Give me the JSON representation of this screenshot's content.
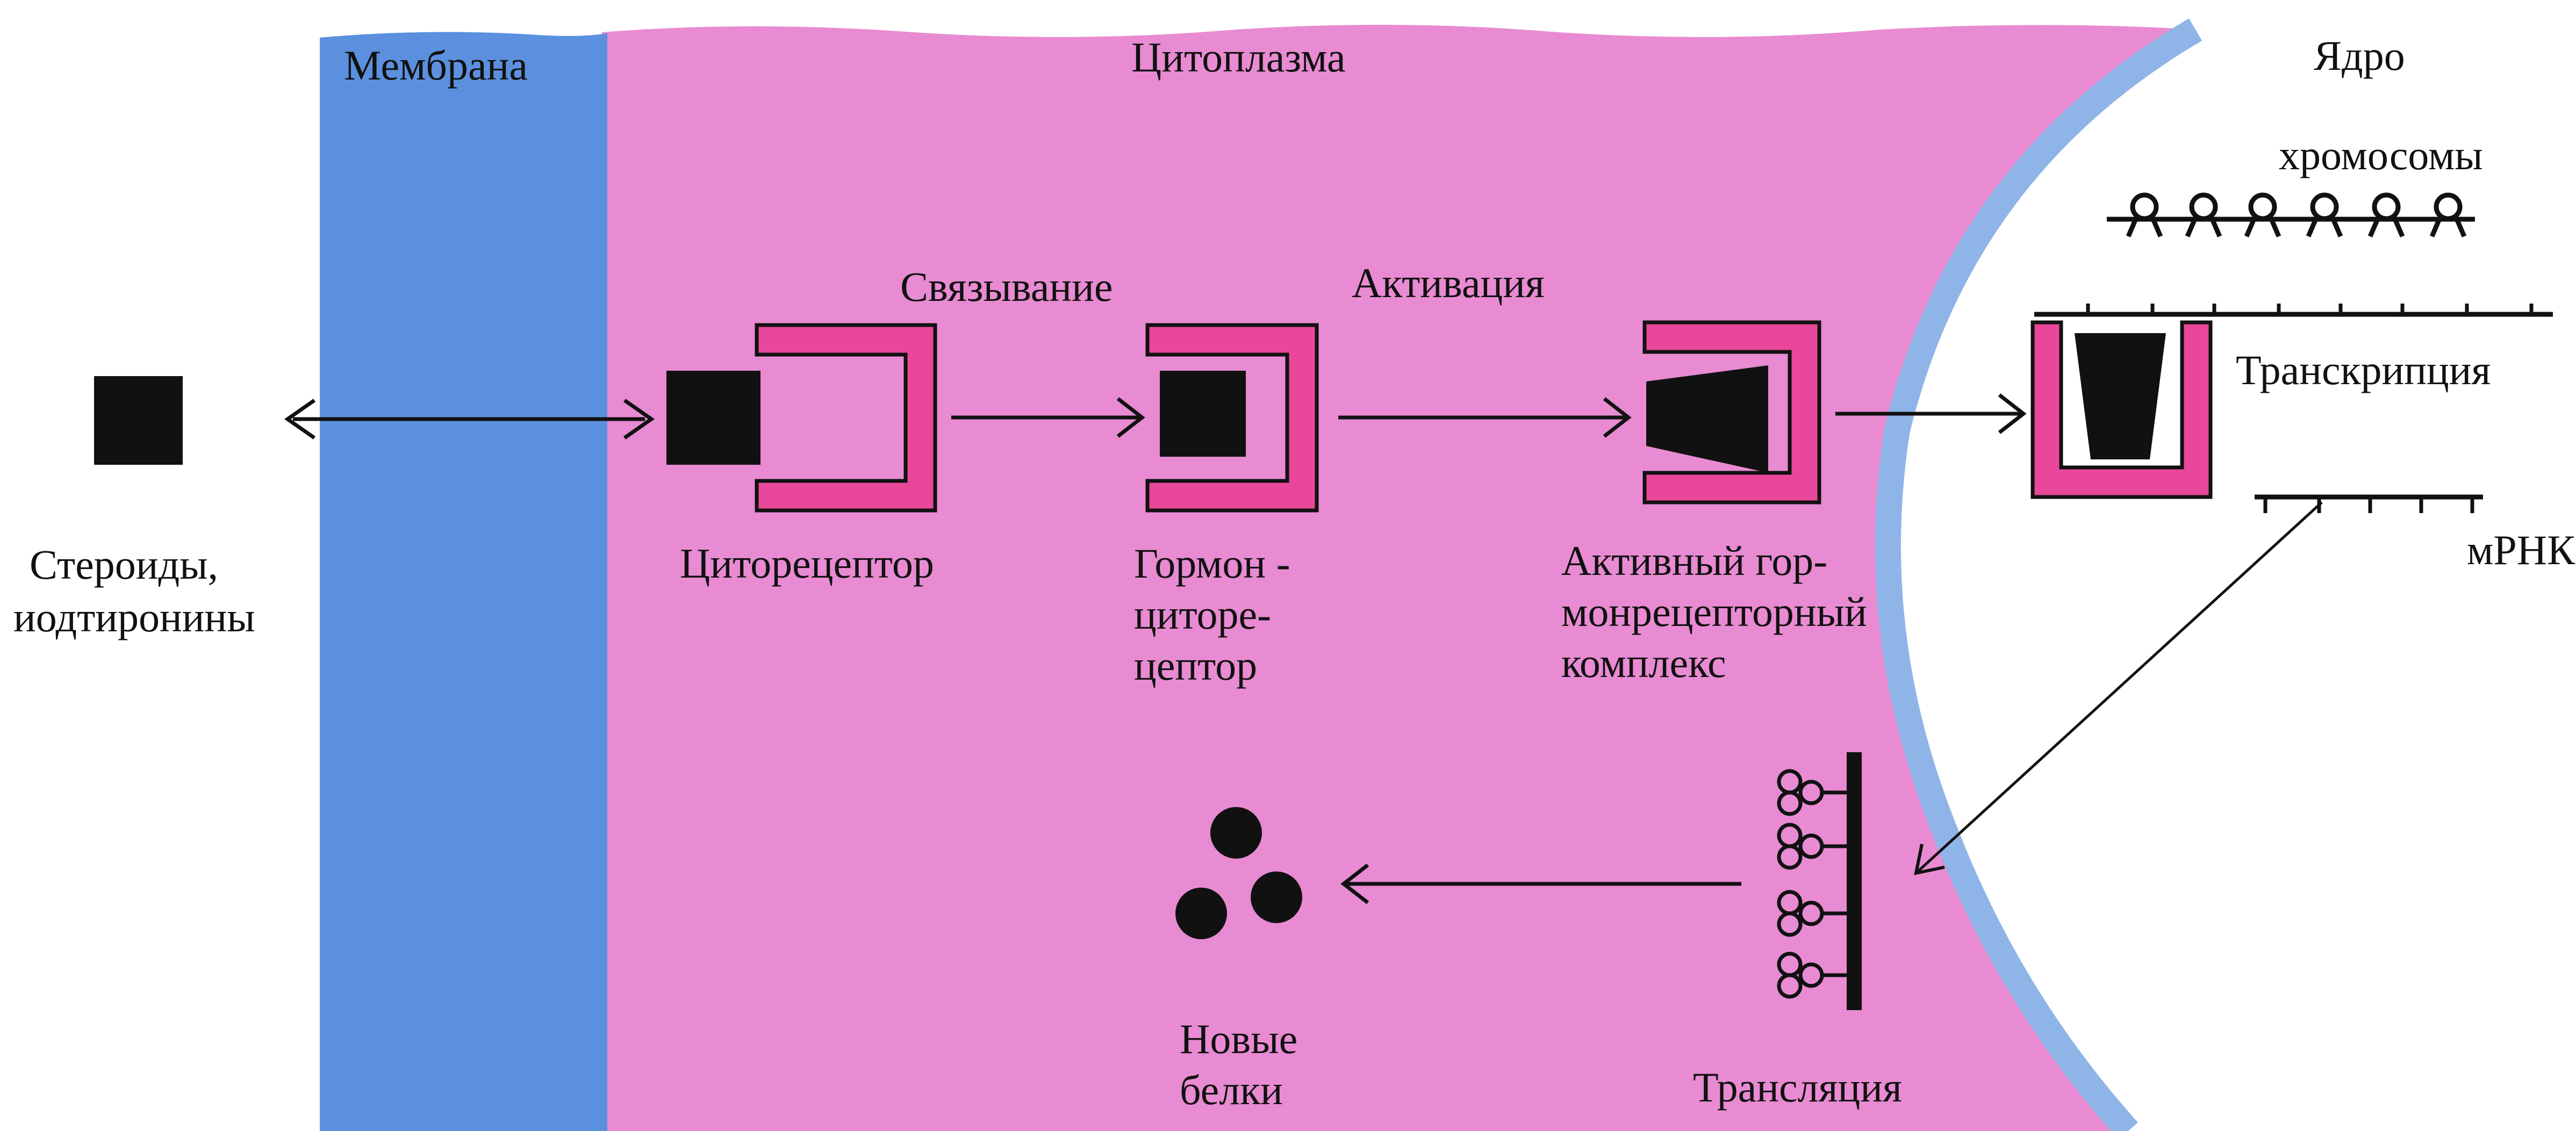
{
  "colors": {
    "membrane": "#5b90de",
    "cytoplasm": "#e88bd2",
    "nuclear_envelope": "#8fb4e8",
    "receptor": "#e8479a",
    "ink": "#111111",
    "nucleus_bg": "#ffffff"
  },
  "regions": {
    "membrane": "Мембрана",
    "cytoplasm": "Цитоплазма",
    "nucleus": "Ядро"
  },
  "labels": {
    "steroids_line1": "Стероиды,",
    "steroids_line2": "иодтиронины",
    "binding": "Связывание",
    "activation": "Активация",
    "cytoreceptor": "Циторецептор",
    "hormone_receptor_line1": "Гормон -",
    "hormone_receptor_line2": "циторе-",
    "hormone_receptor_line3": "цептор",
    "active_complex_line1": "Активный гор-",
    "active_complex_line2": "монрецепторный",
    "active_complex_line3": "комплекс",
    "chromosomes": "хромосомы",
    "transcription": "Транскрипция",
    "mrna": "мРНК",
    "translation": "Трансляция",
    "new_proteins_line1": "Новые",
    "new_proteins_line2": "белки"
  },
  "icons": [
    "hormone-square-icon",
    "receptor-bracket-icon",
    "active-complex-icon",
    "chromosome-loop-icon",
    "ribosome-icon",
    "protein-dot-icon"
  ]
}
